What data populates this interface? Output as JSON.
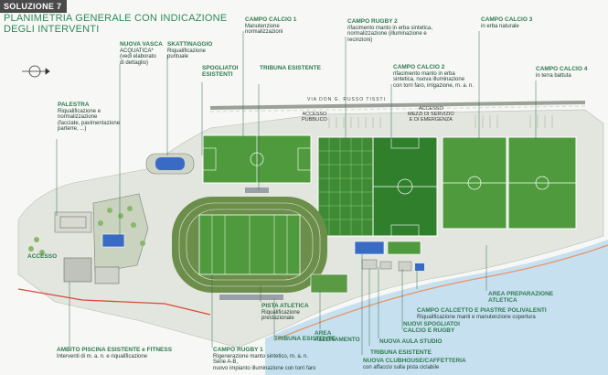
{
  "header": {
    "tag": "SOLUZIONE 7",
    "title_line1": "PLANIMETRIA GENERALE CON INDICAZIONE",
    "title_line2": "DEGLI INTERVENTI"
  },
  "street": "VIA DON G. RUSSO   TISSTI",
  "access": {
    "pubblico_line1": "ACCESSO",
    "pubblico_line2": "PUBBLICO",
    "emergenza_line1": "ACCESSO",
    "emergenza_line2": "MEZZI DI SERVIZIO",
    "emergenza_line3": "E DI EMERGENZA",
    "aggiuntivo": "ACCESSO"
  },
  "labels": {
    "campo_calcio_1": {
      "title": "CAMPO CALCIO 1",
      "line1": "Manutenzione",
      "line2": "normalizzazioni"
    },
    "campo_rugby_2": {
      "title": "CAMPO RUGBY 2",
      "line1": "rifacimento manto in erba sintetica,",
      "line2": "normalizzazione (illuminazione e",
      "line3": "recinzioni)"
    },
    "campo_calcio_3": {
      "title": "CAMPO CALCIO 3",
      "line1": "in erba naturale"
    },
    "campo_calcio_2": {
      "title": "CAMPO CALCIO 2",
      "line1": "rifacimento manto in erba",
      "line2": "sintetica, nuova illuminazione",
      "line3": "con torri faro, irrigazione, m. a. n."
    },
    "campo_calcio_4": {
      "title": "CAMPO CALCIO 4",
      "line1": "in terra battuta"
    },
    "nuova_vasca": {
      "title": "NUOVA VASCA",
      "line1": "ACQUATICA*",
      "line2": "(vedi elaborato",
      "line3": "di dettaglio)"
    },
    "skattinaggio": {
      "title": "SKATTINAGGIO",
      "line1": "Riqualificazione",
      "line2": "puntuale"
    },
    "spogliatoi": {
      "title": "SPOGLIATOI",
      "line1": "ESISTENTI"
    },
    "tribuna_top": {
      "title": "TRIBUNA ESISTENTE"
    },
    "palestra": {
      "title": "PALESTRA",
      "line1": "Riqualificazione e",
      "line2": "normalizzazione",
      "line3": "(facciate, pavimentazione",
      "line4": "parterre, ...)"
    },
    "accesso_left": {
      "title": "ACCESSO"
    },
    "ambito_piscina": {
      "title": "AMBITO PISCINA ESISTENTE e FITNESS",
      "line1": "Interventi di m. a. n. e riqualificazione"
    },
    "campo_rugby_1": {
      "title": "CAMPO RUGBY 1",
      "line1": "Rigenerazione manto sintetico, m. a. n.",
      "line2": "Serie A-B,",
      "line3": "nuovo impianto illuminazione con torri faro"
    },
    "pista_atletica": {
      "title": "PISTA ATLETICA",
      "line1": "Riqualificazione",
      "line2": "prestazionale"
    },
    "tribuna_bottom": {
      "title": "TRIBUNA ESISTENTE"
    },
    "area_allenamento": {
      "title": "AREA",
      "line1": "ALLENAMENTO"
    },
    "tribuna_esistente_2": {
      "title": "TRIBUNA ESISTENTE"
    },
    "nuova_clubhouse": {
      "title": "NUOVA CLUBHOUSE/CAFFETTERIA",
      "line1": "con affaccio sulla pista ciclabile"
    },
    "nuova_aula": {
      "title": "NUOVA AULA STUDIO"
    },
    "nuovi_spogliatoi": {
      "title": "NUOVI SPOGLIATOI",
      "line1": "CALCIO E RUGBY"
    },
    "campo_calcetto": {
      "title": "CAMPO CALCETTO E PIASTRE POLIVALENTI",
      "line1": "Riqualificazione manti e manutenzione copertura"
    },
    "area_preparazione": {
      "title": "AREA PREPARAZIONE",
      "line1": "ATLETICA"
    }
  },
  "colors": {
    "field_green": "#4e9a3c",
    "field_dark": "#3f8a34",
    "water": "#c7e0f0",
    "label_title": "#2e7a4f",
    "track": "#5a7a4a",
    "pool": "#3a6bc4"
  }
}
